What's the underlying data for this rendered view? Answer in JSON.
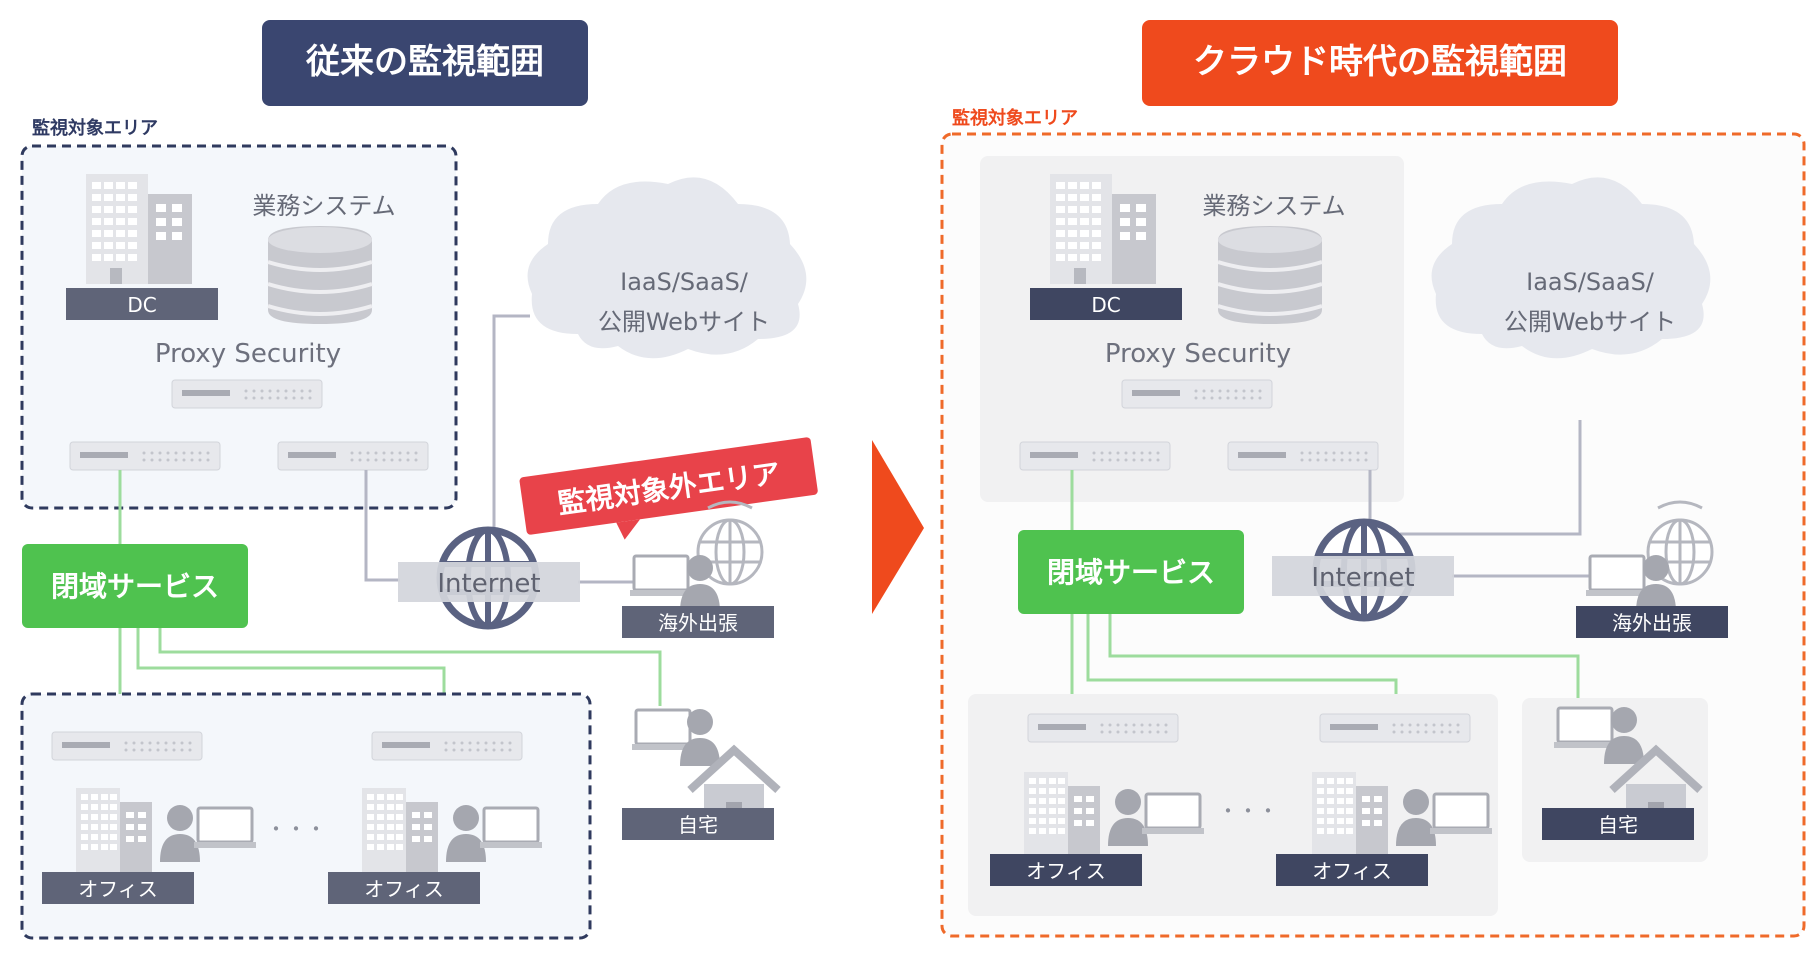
{
  "left": {
    "title": "従来の監視範囲",
    "area_label": "監視対象エリア",
    "dc_label": "DC",
    "business_system": "業務システム",
    "proxy_security": "Proxy Security",
    "closed_service": "閉域サービス",
    "cloud_line1": "IaaS/SaaS/",
    "cloud_line2": "公開Webサイト",
    "internet": "Internet",
    "outside_area_label": "監視対象外エリア",
    "overseas": "海外出張",
    "home": "自宅",
    "office_a": "オフィス",
    "office_b": "オフィス",
    "ellipsis": "・・・"
  },
  "right": {
    "title": "クラウド時代の監視範囲",
    "area_label": "監視対象エリア",
    "dc_label": "DC",
    "business_system": "業務システム",
    "proxy_security": "Proxy Security",
    "closed_service": "閉域サービス",
    "cloud_line1": "IaaS/SaaS/",
    "cloud_line2": "公開Webサイト",
    "internet": "Internet",
    "overseas": "海外出張",
    "home": "自宅",
    "office_a": "オフィス",
    "office_b": "オフィス",
    "ellipsis": "・・・"
  },
  "colors": {
    "navy": "#3a4670",
    "orange": "#ef4a1d",
    "green": "#4fc24f",
    "red_tag": "#e8434a",
    "label_bar": "#5f6478",
    "gray_icon": "#c9cbd2",
    "cloud": "#e5e7ee"
  }
}
